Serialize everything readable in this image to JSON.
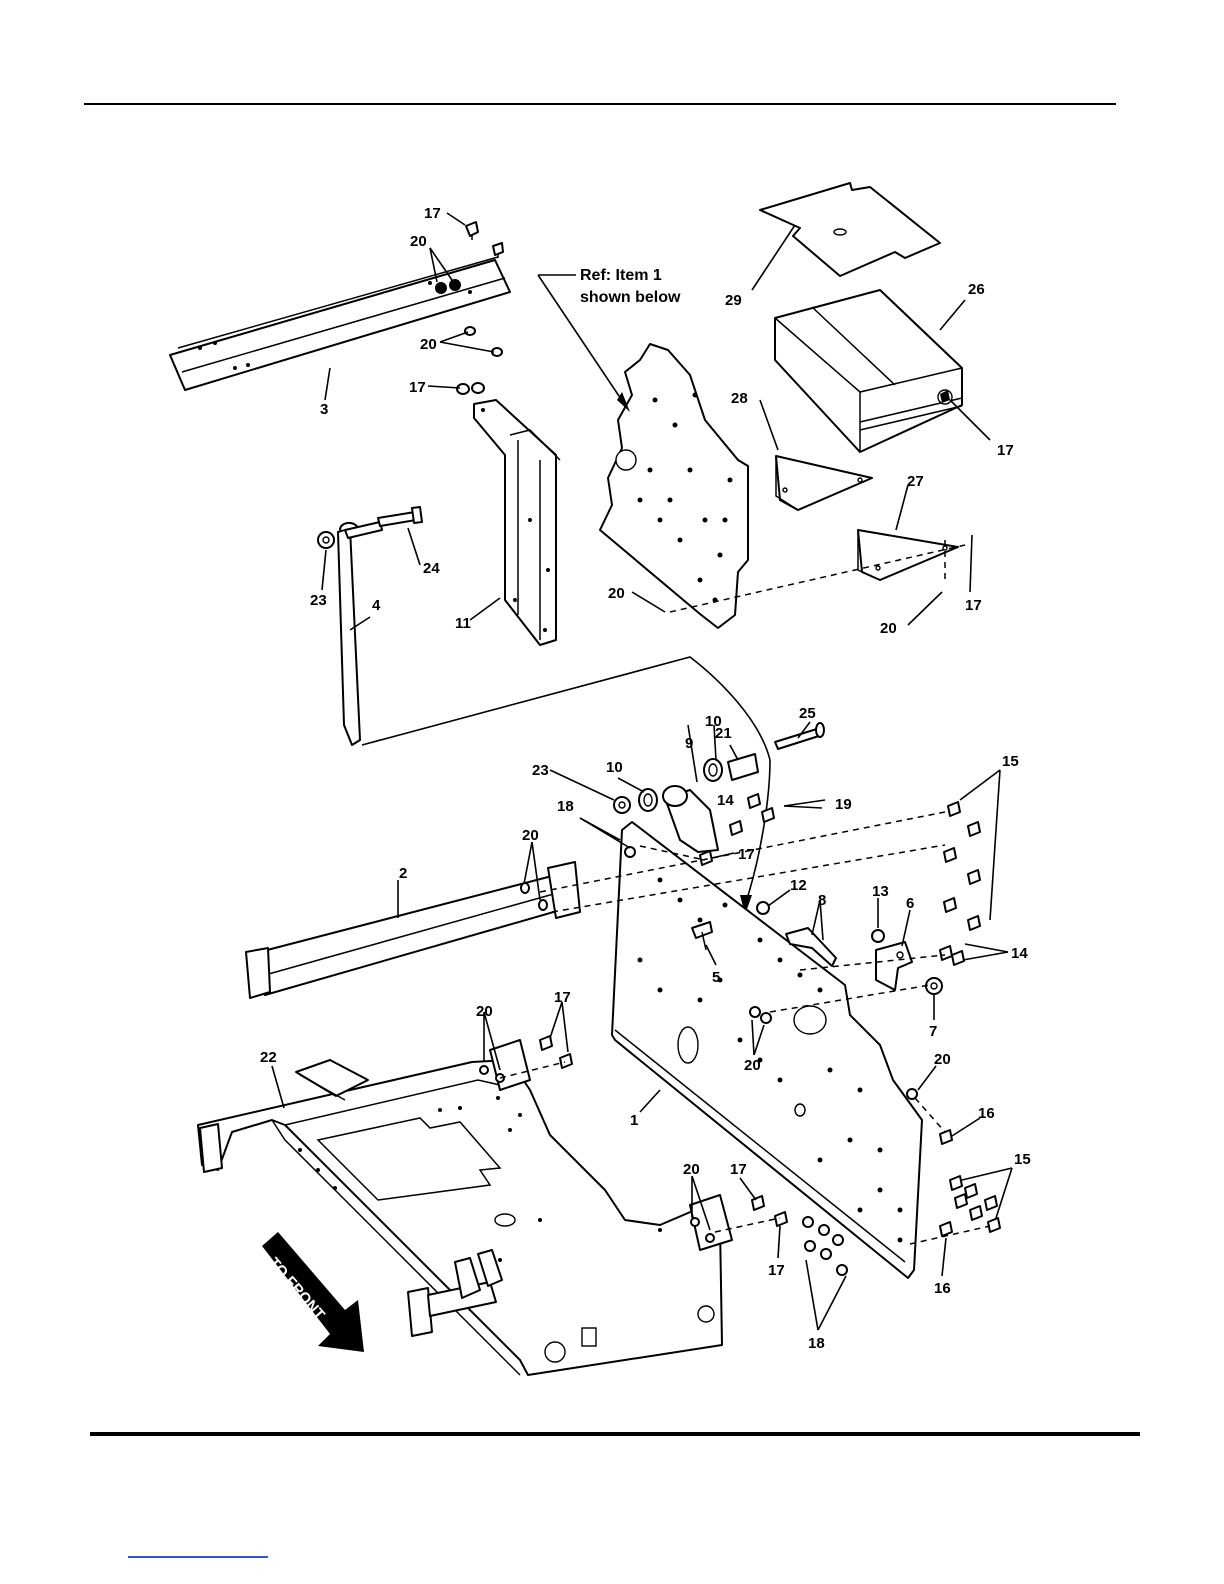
{
  "callouts": {
    "ref_note_line1": "Ref: Item 1",
    "ref_note_line2": "shown below",
    "to_front": "TO FRONT",
    "n1": "1",
    "n2": "2",
    "n3": "3",
    "n4": "4",
    "n5": "5",
    "n6": "6",
    "n7": "7",
    "n8": "8",
    "n9": "9",
    "n10a": "10",
    "n10b": "10",
    "n11": "11",
    "n12": "12",
    "n13": "13",
    "n14a": "14",
    "n14b": "14",
    "n15a": "15",
    "n15b": "15",
    "n16a": "16",
    "n16b": "16",
    "n17a": "17",
    "n17b": "17",
    "n17c": "17",
    "n17d": "17",
    "n17e": "17",
    "n17f": "17",
    "n17g": "17",
    "n17h": "17",
    "n18a": "18",
    "n18b": "18",
    "n19": "19",
    "n20a": "20",
    "n20b": "20",
    "n20c": "20",
    "n20d": "20",
    "n20e": "20",
    "n20f": "20",
    "n20g": "20",
    "n20h": "20",
    "n20i": "20",
    "n21": "21",
    "n22": "22",
    "n23a": "23",
    "n23b": "23",
    "n24": "24",
    "n25": "25",
    "n26": "26",
    "n27": "27",
    "n28": "28",
    "n29": "29"
  }
}
